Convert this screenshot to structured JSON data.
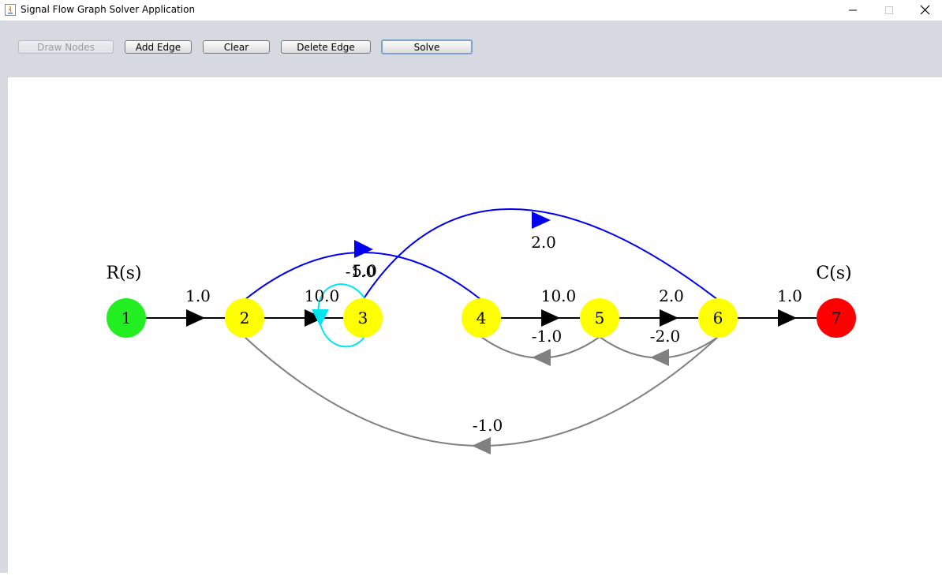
{
  "window": {
    "title": "Signal Flow Graph Solver Application"
  },
  "toolbar": {
    "draw_nodes": "Draw Nodes",
    "add_edge": "Add Edge",
    "clear": "Clear",
    "delete_edge": "Delete Edge",
    "solve": "Solve"
  },
  "graph": {
    "input_label": "R(s)",
    "output_label": "C(s)",
    "colors": {
      "input_node": "#22ee22",
      "output_node": "#ff0000",
      "middle_node": "#ffff00",
      "forward": "#000000",
      "feedback": "#808080",
      "skip": "#0000ee",
      "self_loop": "#00e5ee"
    },
    "nodes": [
      "1",
      "2",
      "3",
      "4",
      "5",
      "6",
      "7"
    ],
    "edges": {
      "e12": "1.0",
      "e23": "10.0",
      "e33": "-1.0",
      "e24": "5.0",
      "e36": "2.0",
      "e45": "10.0",
      "e56": "2.0",
      "e67": "1.0",
      "e54": "-1.0",
      "e65": "-2.0",
      "e62": "-1.0"
    }
  }
}
